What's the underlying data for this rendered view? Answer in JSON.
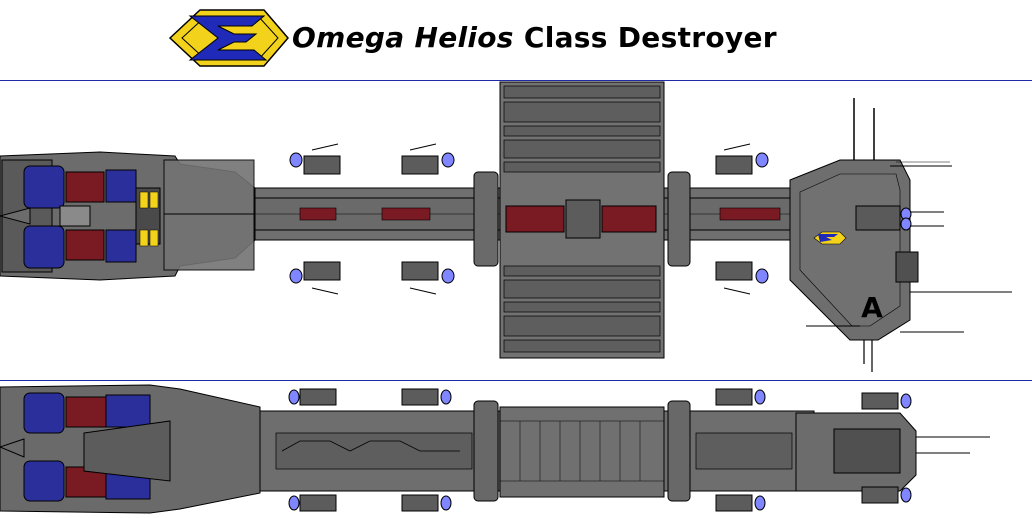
{
  "header": {
    "title_italic": "Omega Helios",
    "title_rest": "Class Destroyer"
  },
  "colors": {
    "hull": "#707070",
    "hull_dark": "#4a4a4a",
    "outline": "#000000",
    "blue_engine": "#2b2f9c",
    "red_panel": "#7a1a22",
    "yellow_logo": "#f2d21a",
    "blue_logo": "#1f2ab8",
    "light_blue": "#7f86ff",
    "border": "#1f2aa8"
  },
  "markings": {
    "hull_letter": "A"
  },
  "icons": [
    "faction-logo-icon"
  ]
}
